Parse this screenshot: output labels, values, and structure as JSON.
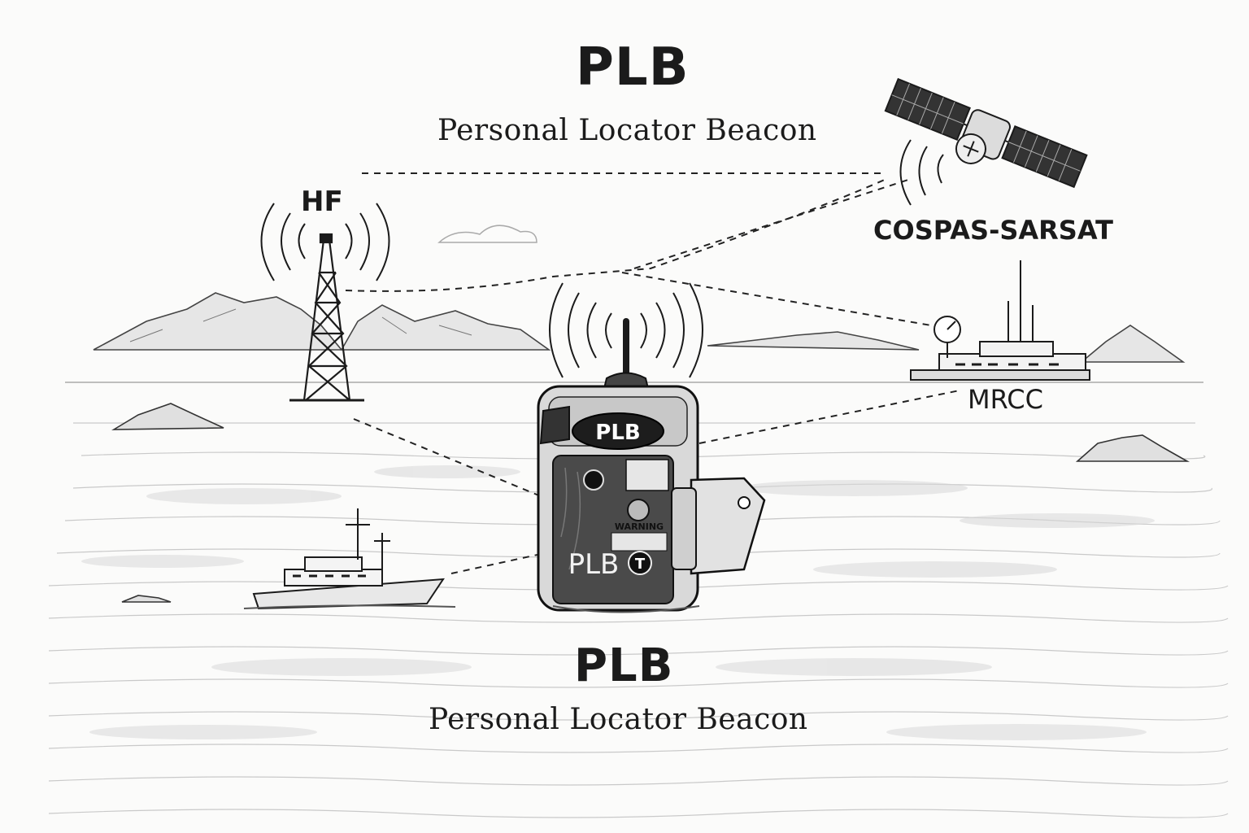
{
  "header": {
    "title": "PLB",
    "subtitle": "Personal Locator Beacon"
  },
  "footer": {
    "title": "PLB",
    "subtitle": "Personal Locator Beacon"
  },
  "nodes": {
    "hf": "HF",
    "satellite": "COSPAS-SARSAT",
    "mrcc": "MRCC"
  },
  "device": {
    "badge": "PLB",
    "side_text": "PLB",
    "warning": "WARNING",
    "test_button": "T"
  }
}
